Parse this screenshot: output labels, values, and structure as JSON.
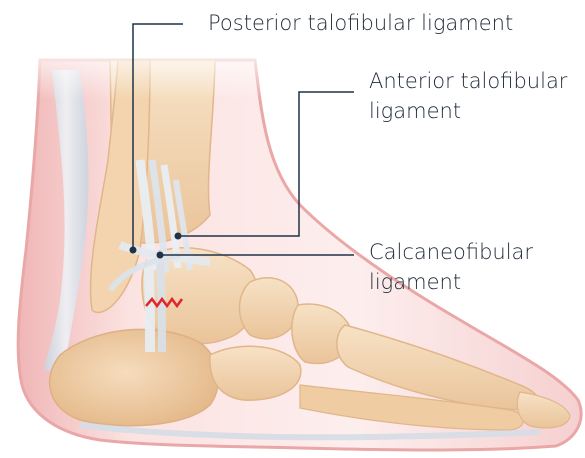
{
  "labels": {
    "posterior_talofibular": "Posterior talofibular ligament",
    "anterior_talofibular": {
      "line1": "Anterior talofibular",
      "line2": "ligament"
    },
    "calcaneofibular": {
      "line1": "Calcaneofibular",
      "line2": "ligament"
    }
  },
  "colors": {
    "skin": "#f3c4c4",
    "skin_edge": "#e9a3a3",
    "bone": "#f2d3ad",
    "bone_shadow": "#e6bb8c",
    "ligament": "#e8eef4",
    "tendon": "#dfe6ee",
    "leader_line": "#1f3248",
    "tear": "#e0262a"
  }
}
